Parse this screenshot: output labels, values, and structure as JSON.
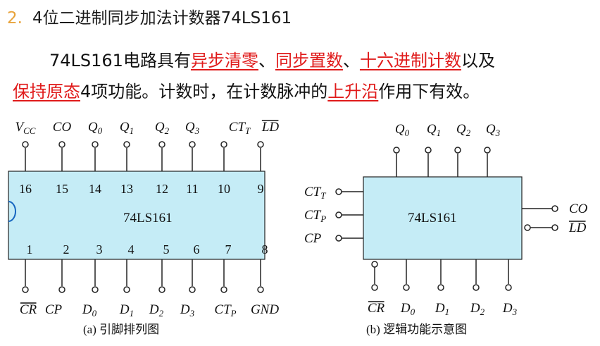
{
  "heading": {
    "number": "2.",
    "title": "4位二进制同步加法计数器74LS161"
  },
  "paragraph": {
    "line1": [
      {
        "text": "74LS161电路具有",
        "hl": false
      },
      {
        "text": "异步清零",
        "hl": true
      },
      {
        "text": "、",
        "hl": false
      },
      {
        "text": "同步置数",
        "hl": true
      },
      {
        "text": "、",
        "hl": false
      },
      {
        "text": "十六进制计数",
        "hl": true
      },
      {
        "text": "以及",
        "hl": false
      }
    ],
    "line2": [
      {
        "text": "保持原态",
        "hl": true
      },
      {
        "text": "4项功能。计数时，在计数脉冲的",
        "hl": false
      },
      {
        "text": "上升沿",
        "hl": true
      },
      {
        "text": "作用下有效。",
        "hl": false
      }
    ]
  },
  "diagram_a": {
    "chip_label": "74LS161",
    "caption": "(a)   引脚排列图",
    "top_pins": [
      {
        "num": "16",
        "main": "V",
        "sub": "CC",
        "overline": false
      },
      {
        "num": "15",
        "main": "CO",
        "sub": "",
        "overline": false
      },
      {
        "num": "14",
        "main": "Q",
        "sub": "0",
        "overline": false
      },
      {
        "num": "13",
        "main": "Q",
        "sub": "1",
        "overline": false
      },
      {
        "num": "12",
        "main": "Q",
        "sub": "2",
        "overline": false
      },
      {
        "num": "11",
        "main": "Q",
        "sub": "3",
        "overline": false
      },
      {
        "num": "10",
        "main": "CT",
        "sub": "T",
        "overline": false
      },
      {
        "num": "9",
        "main": "LD",
        "sub": "",
        "overline": true
      }
    ],
    "bottom_pins": [
      {
        "num": "1",
        "main": "CR",
        "sub": "",
        "overline": true
      },
      {
        "num": "2",
        "main": "CP",
        "sub": "",
        "overline": false
      },
      {
        "num": "3",
        "main": "D",
        "sub": "0",
        "overline": false
      },
      {
        "num": "4",
        "main": "D",
        "sub": "1",
        "overline": false
      },
      {
        "num": "5",
        "main": "D",
        "sub": "2",
        "overline": false
      },
      {
        "num": "6",
        "main": "D",
        "sub": "3",
        "overline": false
      },
      {
        "num": "7",
        "main": "CT",
        "sub": "P",
        "overline": false
      },
      {
        "num": "8",
        "main": "GND",
        "sub": "",
        "overline": false
      }
    ]
  },
  "diagram_b": {
    "chip_label": "74LS161",
    "caption": "(b)   逻辑功能示意图",
    "top_pins": [
      {
        "main": "Q",
        "sub": "0"
      },
      {
        "main": "Q",
        "sub": "1"
      },
      {
        "main": "Q",
        "sub": "2"
      },
      {
        "main": "Q",
        "sub": "3"
      }
    ],
    "left_pins": [
      {
        "main": "CT",
        "sub": "T"
      },
      {
        "main": "CT",
        "sub": "P"
      },
      {
        "main": "CP",
        "sub": ""
      }
    ],
    "right_pins": [
      {
        "main": "CO",
        "sub": "",
        "overline": false
      },
      {
        "main": "LD",
        "sub": "",
        "overline": true
      }
    ],
    "bottom_pins": [
      {
        "main": "CR",
        "sub": "",
        "overline": true
      },
      {
        "main": "D",
        "sub": "0",
        "overline": false
      },
      {
        "main": "D",
        "sub": "1",
        "overline": false
      },
      {
        "main": "D",
        "sub": "2",
        "overline": false
      },
      {
        "main": "D",
        "sub": "3",
        "overline": false
      }
    ]
  },
  "colors": {
    "chip_fill": "#c5ecf6",
    "highlight": "#e01b1b",
    "heading_number": "#e8a33a"
  }
}
